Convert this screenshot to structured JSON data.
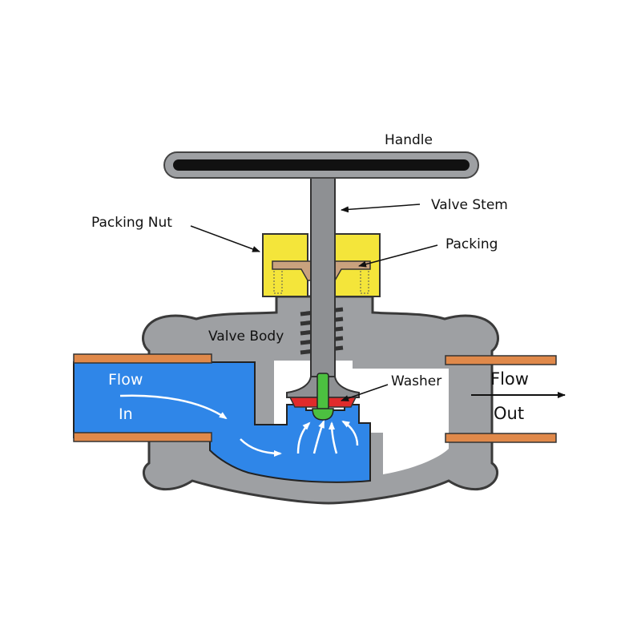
{
  "labels": {
    "handle": "Handle",
    "valve_stem": "Valve Stem",
    "packing_nut": "Packing Nut",
    "packing": "Packing",
    "valve_body": "Valve Body",
    "washer": "Washer",
    "flow_in_1": "Flow",
    "flow_in_2": "In",
    "flow_out_1": "Flow",
    "flow_out_2": "Out"
  },
  "colors": {
    "body": "#9ea0a3",
    "outline": "#3a3a3a",
    "water": "#2f86e8",
    "pipe": "#e0894a",
    "packing_nut": "#f4e53a",
    "packing": "#c9a27e",
    "washer": "#e02b2b",
    "screw": "#4cc040",
    "handle_slot": "#111111"
  }
}
